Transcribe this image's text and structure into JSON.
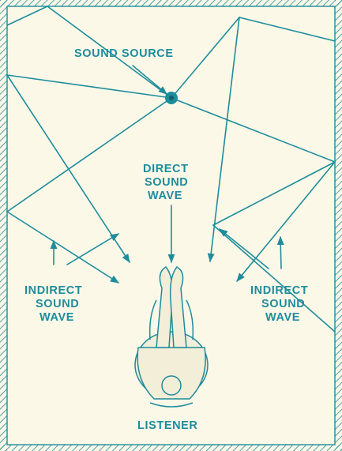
{
  "labels": {
    "sound_source": "SOUND SOURCE",
    "direct_line1": "DIRECT",
    "direct_line2": "SOUND",
    "direct_line3": "WAVE",
    "indirect_left_line1": "INDIRECT",
    "indirect_left_line2": "SOUND",
    "indirect_left_line3": "WAVE",
    "indirect_right_line1": "INDIRECT",
    "indirect_right_line2": "SOUND",
    "indirect_right_line3": "WAVE",
    "listener": "LISTENER"
  },
  "colors": {
    "line": "#1e8c9c",
    "background": "#fbf8e8",
    "wall_hatch": "#1e8c9c",
    "figure_fill": "#f2eed8"
  }
}
